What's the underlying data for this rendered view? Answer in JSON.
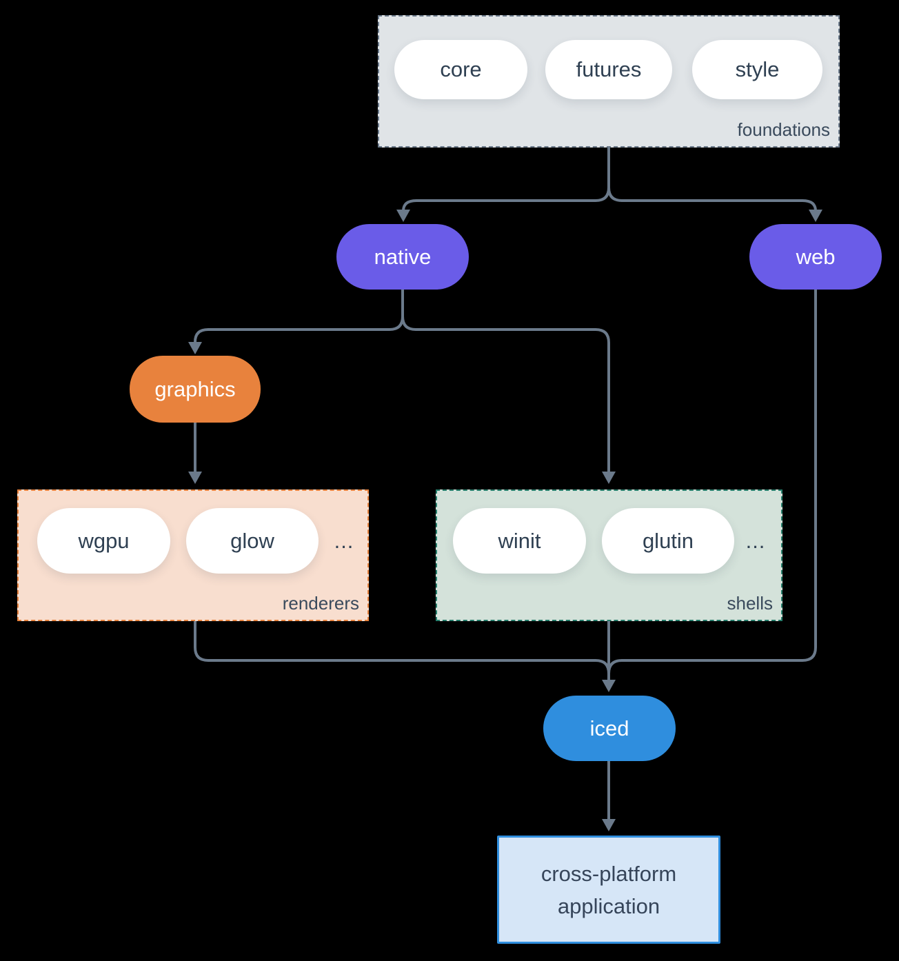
{
  "colors": {
    "background": "#000000",
    "connector": "#6b7a8b",
    "node_purple": "#6a5ce8",
    "node_orange": "#e8823d",
    "node_blue": "#2f8ede",
    "foundations_fill": "#e0e4e7",
    "foundations_border": "#6b7a8b",
    "renderers_fill": "#f8decf",
    "renderers_border": "#e8823d",
    "shells_fill": "#d4e2da",
    "shells_border": "#257d6b",
    "application_fill": "#d6e6f7",
    "application_border": "#2f8ede",
    "text_dark": "#2f4052",
    "text_light": "#ffffff"
  },
  "groups": {
    "foundations": {
      "label": "foundations",
      "pills": [
        "core",
        "futures",
        "style"
      ]
    },
    "renderers": {
      "label": "renderers",
      "pills": [
        "wgpu",
        "glow"
      ],
      "ellipsis": "..."
    },
    "shells": {
      "label": "shells",
      "pills": [
        "winit",
        "glutin"
      ],
      "ellipsis": "..."
    }
  },
  "nodes": {
    "native": "native",
    "web": "web",
    "graphics": "graphics",
    "iced": "iced",
    "application": {
      "line1": "cross-platform",
      "line2": "application"
    }
  }
}
